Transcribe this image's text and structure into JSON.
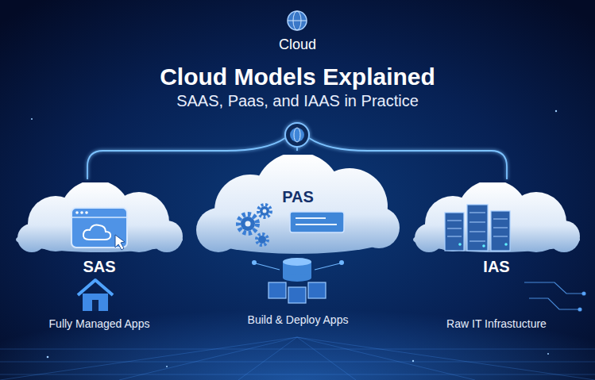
{
  "diagram": {
    "title": "Cloud Models Explained",
    "nodes": [
      {
        "text": [
          "SAS",
          "Fully Managed Apps"
        ]
      },
      {
        "text": [
          "PAS",
          "Build & Deploy Apps"
        ]
      },
      {
        "text": [
          "IAS",
          "Raw IT Infrastucture"
        ]
      }
    ],
    "labels": [
      "Cloud",
      "SAAS, Paas, and IAAS in Practice"
    ]
  }
}
